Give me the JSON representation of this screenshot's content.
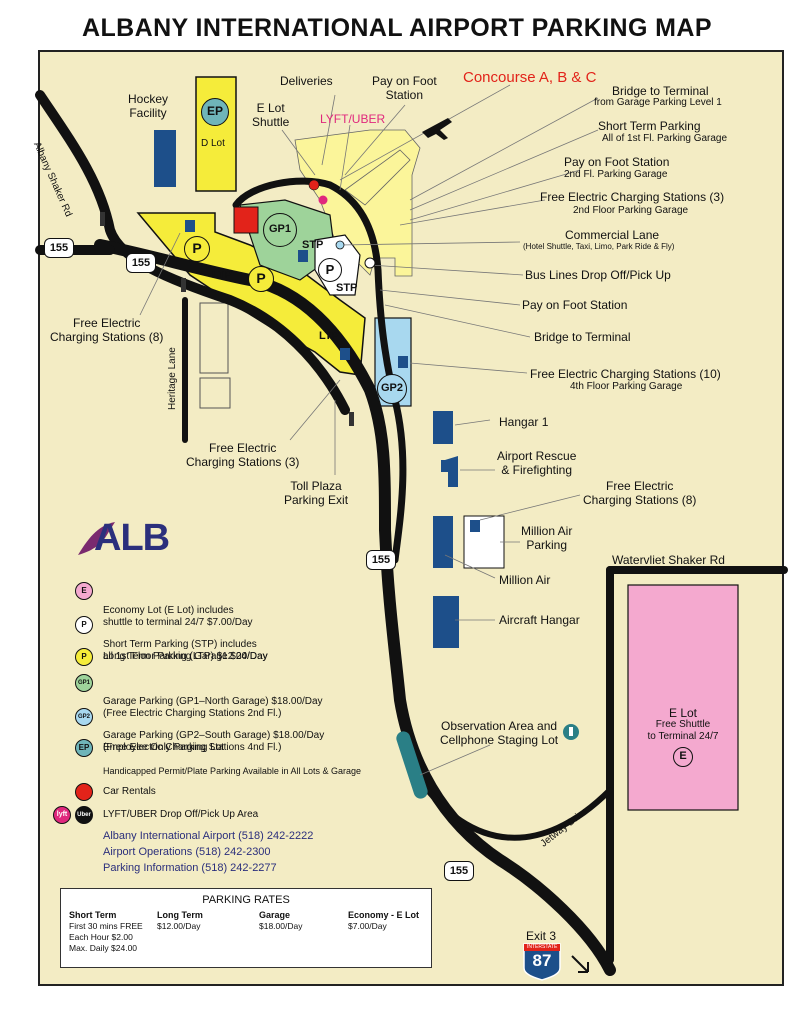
{
  "title": "ALBANY INTERNATIONAL AIRPORT PARKING MAP",
  "roads": {
    "albany_shaker_rd": "Albany Shaker Rd",
    "heritage_lane": "Heritage Lane",
    "watervliet_shaker_rd": "Watervliet Shaker Rd",
    "jetway_drive": "Jetway Drive",
    "route_155": "155",
    "exit_3": "Exit 3",
    "interstate_87": "87",
    "interstate_label": "INTERSTATE"
  },
  "places": {
    "hockey_facility": "Hockey\nFacility",
    "d_lot": "D Lot",
    "ep": "EP",
    "deliveries": "Deliveries",
    "e_lot_shuttle": "E Lot\nShuttle",
    "lyft_uber": "LYFT/UBER",
    "pay_on_foot_station_top": "Pay on Foot\nStation",
    "concourse": "Concourse A, B & C",
    "gp1": "GP1",
    "gp2": "GP2",
    "stp": "STP",
    "ltp": "LTP",
    "p": "P",
    "hangar1": "Hangar 1",
    "arff": "Airport Rescue\n& Firefighting",
    "million_air_parking": "Million Air\nParking",
    "million_air": "Million Air",
    "aircraft_hangar": "Aircraft Hangar",
    "observation": "Observation Area and\nCellphone Staging Lot",
    "e_lot_title": "E Lot",
    "e_lot_desc": "Free Shuttle\nto Terminal 24/7",
    "e": "E",
    "toll_plaza": "Toll Plaza\nParking Exit",
    "free_ev_8_left": "Free Electric\nCharging Stations (8)",
    "free_ev_3_bottom": "Free Electric\nCharging Stations (3)",
    "free_ev_8_right": "Free Electric\nCharging Stations (8)"
  },
  "callouts": {
    "bridge_terminal_top": "Bridge to Terminal",
    "bridge_terminal_top_sub": "from Garage Parking Level 1",
    "short_term": "Short Term Parking",
    "short_term_sub": "All of 1st Fl. Parking Garage",
    "pay_on_foot_2": "Pay on Foot Station",
    "pay_on_foot_2_sub": "2nd Fl. Parking Garage",
    "free_ev_3": "Free Electric Charging Stations (3)",
    "free_ev_3_sub": "2nd Floor Parking Garage",
    "commercial_lane": "Commercial Lane",
    "commercial_lane_sub": "(Hotel Shuttle, Taxi, Limo, Park Ride & Fly)",
    "bus_lines": "Bus Lines Drop Off/Pick Up",
    "pay_on_foot_3": "Pay on Foot Station",
    "bridge_terminal": "Bridge to Terminal",
    "free_ev_10": "Free Electric Charging Stations (10)",
    "free_ev_10_sub": "4th Floor Parking Garage"
  },
  "logo": "ALB",
  "legend": [
    {
      "badge": "E",
      "color": "#f4a9cf",
      "text": "Economy Lot (E Lot) includes\nshuttle to terminal 24/7  $7.00/Day"
    },
    {
      "badge": "P",
      "color": "#ffffff",
      "text": "Short Term Parking (STP) includes\nall 1st Floor Parking Garage $24/Day"
    },
    {
      "badge": "P",
      "color": "#f5ec3a",
      "text": "Long Term Parking (LTP) $12.00/Day"
    },
    {
      "badge": "GP1",
      "color": "#9ed39a",
      "text": "Garage Parking (GP1–North Garage) $18.00/Day\n(Free Electric Charging Stations 2nd Fl.)"
    },
    {
      "badge": "GP2",
      "color": "#a8d8ef",
      "text": "Garage Parking (GP2–South Garage) $18.00/Day\n(Free Electric Charging Stations 4nd Fl.)"
    },
    {
      "badge": "EP",
      "color": "#6fb5b9",
      "text": "Employee Only Parking Lot"
    },
    {
      "badge": "",
      "color": "",
      "text": "Handicapped Permit/Plate Parking Available in All Lots & Garage"
    },
    {
      "badge": "car",
      "color": "#e2231a",
      "text": "Car Rentals"
    },
    {
      "badge": "lyft",
      "color": "#e0287d",
      "text": "LYFT/UBER Drop Off/Pick Up Area"
    }
  ],
  "legend_uber": "Uber",
  "legend_lyft": "lyft",
  "contacts": [
    "Albany International Airport (518) 242-2222",
    "Airport Operations (518) 242-2300",
    "Parking Information (518) 242-2277"
  ],
  "rates": {
    "title": "PARKING RATES",
    "columns": [
      {
        "head": "Short Term",
        "lines": [
          "First 30 mins FREE",
          "Each Hour $2.00",
          "Max. Daily $24.00"
        ]
      },
      {
        "head": "Long Term",
        "lines": [
          "$12.00/Day"
        ]
      },
      {
        "head": "Garage",
        "lines": [
          "$18.00/Day"
        ]
      },
      {
        "head": "Economy - E Lot",
        "lines": [
          "$7.00/Day"
        ]
      }
    ]
  },
  "colors": {
    "map_bg": "#f3ecc4",
    "yellow": "#f5ec3a",
    "green": "#9ed39a",
    "blue": "#a8d8ef",
    "pink": "#f4a9cf",
    "navy": "#1d4f8a",
    "teal": "#2a7f86",
    "terminal": "#fbf59a"
  }
}
